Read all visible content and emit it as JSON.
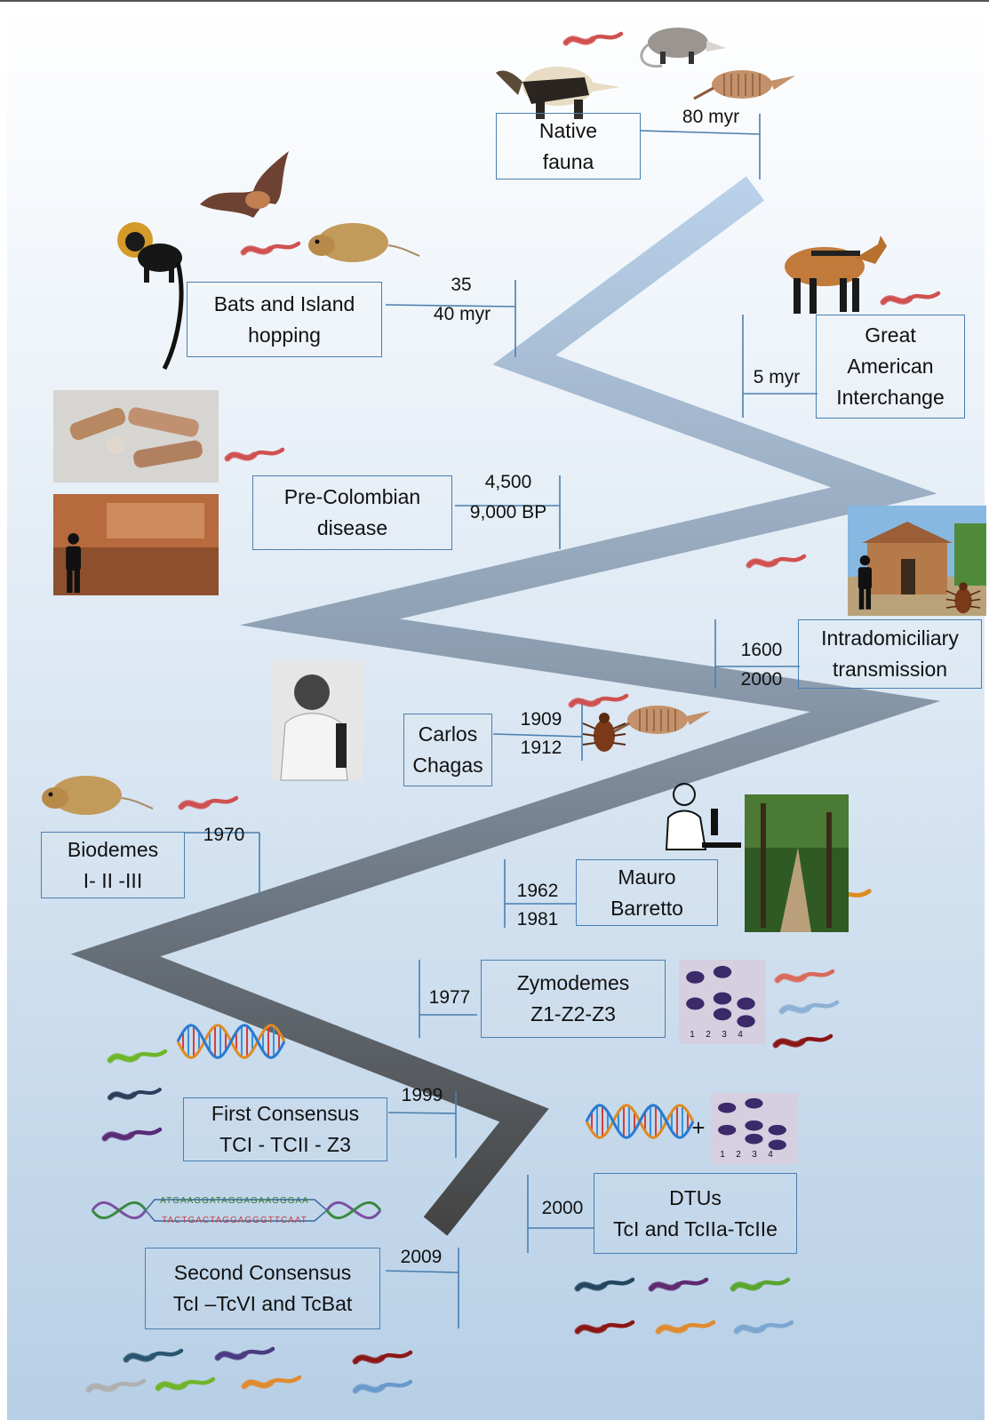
{
  "events": [
    {
      "id": "native",
      "line1": "Native",
      "line2": "fauna",
      "date1": "80 myr",
      "date2": ""
    },
    {
      "id": "bats",
      "line1": "Bats and Island",
      "line2": "hopping",
      "date1": "35",
      "date2": "40 myr"
    },
    {
      "id": "gai",
      "line1": "Great",
      "line2": "American",
      "line3": "Interchange",
      "date1": "5 myr",
      "date2": ""
    },
    {
      "id": "precol",
      "line1": "Pre-Colombian",
      "line2": "disease",
      "date1": "4,500",
      "date2": "9,000 BP"
    },
    {
      "id": "intra",
      "line1": "Intradomiciliary",
      "line2": "transmission",
      "date1": "1600",
      "date2": "2000"
    },
    {
      "id": "chagas",
      "line1": "Carlos",
      "line2": "Chagas",
      "date1": "1909",
      "date2": "1912"
    },
    {
      "id": "biodemes",
      "line1": "Biodemes",
      "line2": "I- II -III",
      "date1": "1970",
      "date2": ""
    },
    {
      "id": "mauro",
      "line1": "Mauro",
      "line2": "Barretto",
      "date1": "1962",
      "date2": "1981"
    },
    {
      "id": "zymo",
      "line1": "Zymodemes",
      "line2": "Z1-Z2-Z3",
      "date1": "1977",
      "date2": ""
    },
    {
      "id": "first",
      "line1": "First Consensus",
      "line2": "TCI - TCII - Z3",
      "date1": "1999",
      "date2": ""
    },
    {
      "id": "dtus",
      "line1": "DTUs",
      "line2": "TcI and TcIIa-TcIIe",
      "date1": "2000",
      "date2": ""
    },
    {
      "id": "second",
      "line1": "Second Consensus",
      "line2": "TcI –TcVI and TcBat",
      "date1": "2009",
      "date2": ""
    }
  ],
  "gel_lanes": [
    "1",
    "2",
    "3",
    "4"
  ],
  "plus_sign": "+",
  "dna_seq_top": "ATGAAGGATAGGAGAAGGGAA",
  "dna_seq_bottom": "TACTGACTAGGAGGGTTCAAT",
  "colors": {
    "background_top": "#ffffff",
    "background_bottom": "#b7cfe6",
    "zigzag_top": "#b9d1ea",
    "zigzag_bottom": "#444444",
    "box_border": "#4a7fb0",
    "trypanosome_red": "#d05050"
  },
  "icons": [
    "anteater-icon",
    "opossum-icon",
    "armadillo-icon",
    "bat-icon",
    "monkey-icon",
    "rodent-icon",
    "maned-wolf-icon",
    "trypanosome-icon",
    "bone-fragments-photo",
    "rock-art-photo",
    "adobe-house-photo",
    "kissing-bug-icon",
    "scientist-portrait",
    "microscopist-icon",
    "forest-photo",
    "gel-electrophoresis-photo",
    "dna-helix-icon",
    "person-silhouette-icon"
  ]
}
